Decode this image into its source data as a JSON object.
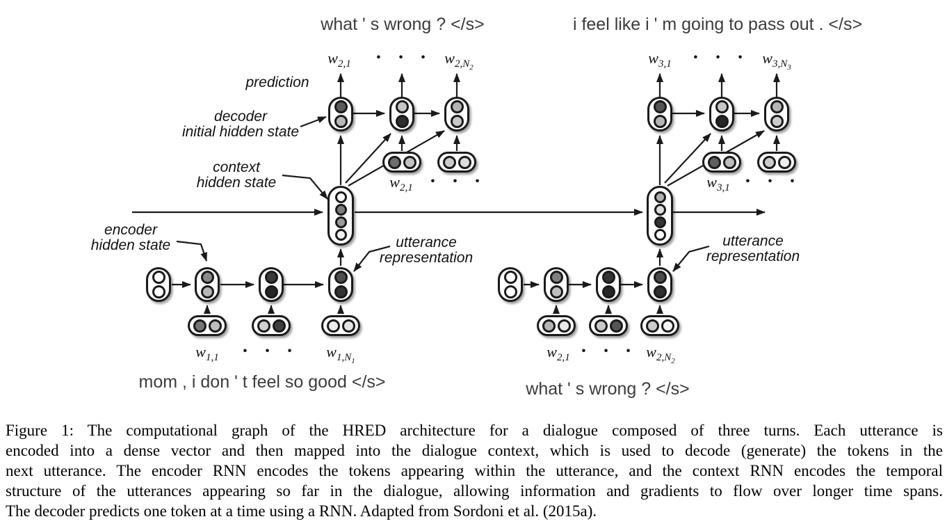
{
  "figure": {
    "utterances": {
      "top_left": "what ' s wrong ? </s>",
      "top_right": "i feel like i ' m going to pass out . </s>",
      "bottom_left": "mom , i don ' t feel so good </s>",
      "bottom_right": "what ' s wrong ? </s>"
    },
    "annotations": {
      "prediction": "prediction",
      "decoder_initial_l1": "decoder",
      "decoder_initial_l2": "initial hidden state",
      "context_l1": "context",
      "context_l2": "hidden state",
      "encoder_l1": "encoder",
      "encoder_l2": "hidden state",
      "utt_repr_l1": "utterance",
      "utt_repr_l2": "representation"
    },
    "ellipsis": "• • •",
    "token_labels": {
      "tl_first": {
        "base": "w",
        "sub": "2,1"
      },
      "tl_last": {
        "base": "w",
        "sub": "2,N",
        "subsub": "2"
      },
      "tr_first": {
        "base": "w",
        "sub": "3,1"
      },
      "tr_last": {
        "base": "w",
        "sub": "3,N",
        "subsub": "3"
      },
      "mid_left": {
        "base": "w",
        "sub": "2,1"
      },
      "mid_right": {
        "base": "w",
        "sub": "3,1"
      },
      "bl_first": {
        "base": "w",
        "sub": "1,1"
      },
      "bl_last": {
        "base": "w",
        "sub": "1,N",
        "subsub": "1"
      },
      "br_first": {
        "base": "w",
        "sub": "2,1"
      },
      "br_last": {
        "base": "w",
        "sub": "2,N",
        "subsub": "2"
      }
    },
    "node_colors": {
      "left": {
        "dec1": [
          "#5a5a5a",
          "#b8b8b8"
        ],
        "dec2": [
          "#c4c4c4",
          "#2e2e2e"
        ],
        "dec3": [
          "#b2b2b2",
          "#c8c8c8"
        ],
        "dtok1": [
          "#6e6e6e",
          "#c2c2c2"
        ],
        "dtok2": [
          "#cccccc",
          "#dddddd"
        ],
        "ctx": [
          "#ffffff",
          "#7d7d7d",
          "#9a9a9a",
          "#f2f2f2"
        ],
        "enc0": [
          "#ffffff",
          "#ffffff"
        ],
        "enc1": [
          "#8a8a8a",
          "#b5b5b5"
        ],
        "enc2": [
          "#3a3a3a",
          "#262626"
        ],
        "enc3": [
          "#4f4f4f",
          "#333333"
        ],
        "etok1": [
          "#757575",
          "#bdbdbd"
        ],
        "etok2": [
          "#cfcfcf",
          "#3f3f3f"
        ],
        "etok3": [
          "#ededed",
          "#e5e5e5"
        ]
      },
      "right": {
        "dec1": [
          "#555555",
          "#b5b5b5"
        ],
        "dec2": [
          "#c6c6c6",
          "#262626"
        ],
        "dec3": [
          "#b5b5b5",
          "#cccccc"
        ],
        "dtok1": [
          "#5f5f5f",
          "#bdbdbd"
        ],
        "dtok2": [
          "#cccccc",
          "#eeeeee"
        ],
        "ctx": [
          "#b0b0b0",
          "#dddddd",
          "#333333",
          "#ffffff"
        ],
        "enc0": [
          "#ffffff",
          "#ffffff"
        ],
        "enc1": [
          "#808080",
          "#c0c0c0"
        ],
        "enc2": [
          "#333333",
          "#262626"
        ],
        "enc3": [
          "#4a4a4a",
          "#2e2e2e"
        ],
        "etok1": [
          "#b5b5b5",
          "#e8e8e8"
        ],
        "etok2": [
          "#c9c9c9",
          "#555555"
        ],
        "etok3": [
          "#cccccc",
          "#f5f5f5"
        ]
      }
    },
    "ink": "#1a1a1a"
  },
  "caption": {
    "lines": [
      "Figure 1: The computational graph of the HRED architecture for a dialogue composed of three turns. Each utterance is",
      "encoded into a dense vector and then mapped into the dialogue context, which is used to decode (generate) the tokens in the",
      "next utterance. The encoder RNN encodes the tokens appearing within the utterance, and the context RNN encodes the temporal",
      "structure of the utterances appearing so far in the dialogue, allowing information and gradients to flow over longer time spans.",
      "The decoder predicts one token at a time using a RNN. Adapted from Sordoni et al. (2015a)."
    ]
  }
}
